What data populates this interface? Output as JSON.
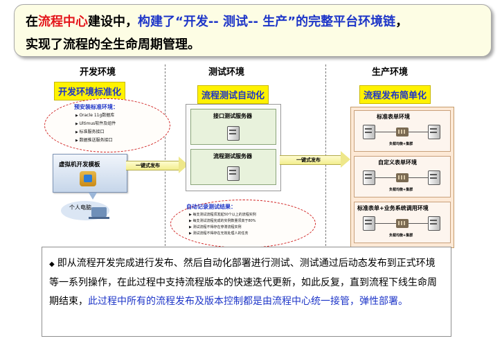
{
  "header": {
    "line1_pre": "在",
    "line1_red": "流程中心",
    "line1_mid": "建设中，",
    "line1_blue": "构建了“开发-- 测试-- 生产”的完整平台环境链",
    "line1_end": "，",
    "line2": "实现了流程的全生命周期管理。"
  },
  "columns": {
    "dev": {
      "title": "开发环境",
      "label": "开发环境标准化",
      "note_title": "预安装标准环境：",
      "note_items": [
        "Oracle 11g数据库",
        "Ultimus软件及组件",
        "标准服务接口",
        "数据推送服务接口"
      ],
      "vm_title": "虚拟机开发模板",
      "pc_label": "个人电脑"
    },
    "test": {
      "title": "测试环境",
      "label": "流程测试自动化",
      "servers": [
        "接口测试服务器",
        "流程测试服务器"
      ],
      "note_title": "自动记录测试结果：",
      "note_items": [
        "每支测试流程须发起50个以上的流程实例",
        "每支测试流程完成的实例数量须高于80%",
        "测试流程不得存在停滞流程实例",
        "测试流程不得存在无效处理人的任务"
      ]
    },
    "prod": {
      "title": "生产环境",
      "label": "流程发布简单化",
      "envs": [
        "标准表单环境",
        "自定义表单环境",
        "标准表单+业务系统调用环境"
      ],
      "lb_label": "负载均衡+集群"
    }
  },
  "arrows": {
    "deploy1": "一键式发布",
    "deploy2": "一键式发布"
  },
  "summary": {
    "bullet": "◆",
    "text_normal": "即从流程开发完成进行发布、然后自动化部署进行测试、测试通过后动态发布到正式环境等一系列操作，在此过程中支持流程版本的快速迭代更新，如此反复，直到流程下线生命周期结束，",
    "text_blue": "此过程中所有的流程发布及版本控制都是由流程中心统一接管，弹性部署。"
  },
  "colors": {
    "accent_red": "#e4151b",
    "accent_blue": "#1d35c8",
    "label_yellow": "#fff200"
  }
}
